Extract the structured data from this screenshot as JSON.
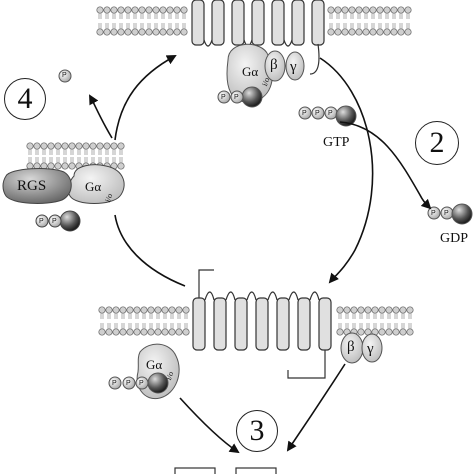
{
  "labels": {
    "step_4": "4",
    "step_2": "2",
    "step_3": "3",
    "rgs": "RGS",
    "galpha_top": "Gα",
    "galpha_top_sub": "i/o",
    "beta": "β",
    "gamma": "γ",
    "galpha_left": "Gα",
    "galpha_left_sub": "i/o",
    "galpha_bottom": "Gα",
    "galpha_bottom_sub": "i/o",
    "beta_bottom": "β",
    "gamma_bottom": "γ",
    "gtp": "GTP",
    "gdp": "GDP",
    "phosphate": "P"
  },
  "colors": {
    "membrane": "#cfcfcf",
    "protein": "#d9d9d9",
    "outline": "#333333",
    "arrow": "#111111"
  }
}
